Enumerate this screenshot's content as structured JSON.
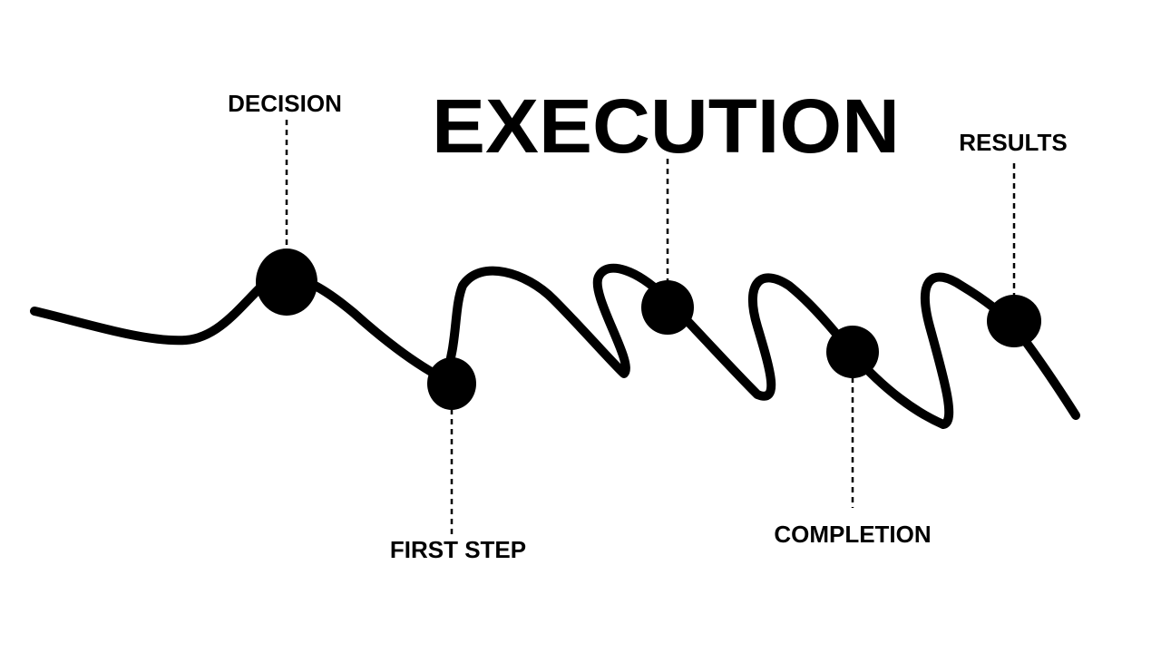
{
  "diagram": {
    "title": "EXECUTION",
    "labels": {
      "decision": "DECISION",
      "first_step": "FIRST STEP",
      "completion": "COMPLETION",
      "results": "RESULTS"
    },
    "colors": {
      "ink": "#000000",
      "background": "#ffffff"
    }
  }
}
